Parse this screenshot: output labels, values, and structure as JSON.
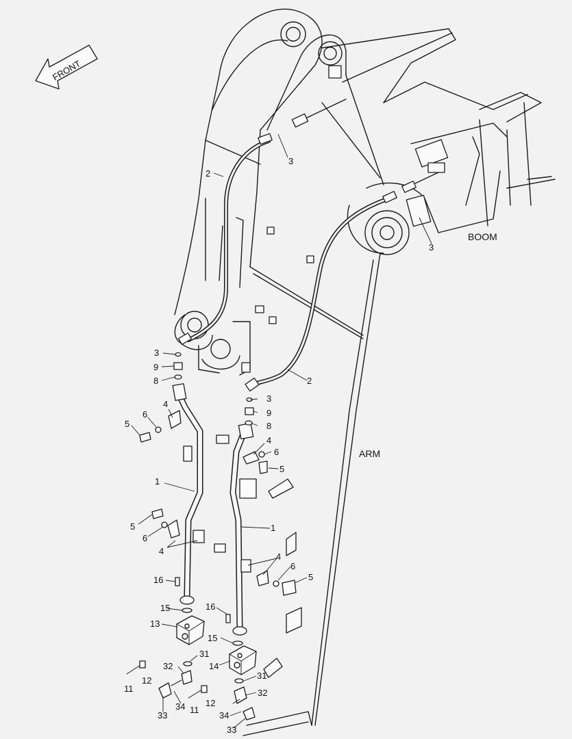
{
  "front_arrow": {
    "label": "FRONT"
  },
  "regions": {
    "boom": "BOOM",
    "arm": "ARM"
  },
  "callouts": {
    "c1a": "1",
    "c1b": "1",
    "c2a": "2",
    "c2b": "2",
    "c3a": "3",
    "c3b": "3",
    "c3c": "3",
    "c3d": "3",
    "c4a": "4",
    "c4b": "4",
    "c4c": "4",
    "c4d": "4",
    "c5a": "5",
    "c5b": "5",
    "c5c": "5",
    "c5d": "5",
    "c6a": "6",
    "c6b": "6",
    "c6c": "6",
    "c6d": "6",
    "c8a": "8",
    "c8b": "8",
    "c9a": "9",
    "c9b": "9",
    "c11a": "11",
    "c11b": "11",
    "c12a": "12",
    "c12b": "12",
    "c13": "13",
    "c14": "14",
    "c15a": "15",
    "c15b": "15",
    "c16a": "16",
    "c16b": "16",
    "c31a": "31",
    "c31b": "31",
    "c32a": "32",
    "c32b": "32",
    "c33a": "33",
    "c33b": "33",
    "c34a": "34",
    "c34b": "34"
  }
}
